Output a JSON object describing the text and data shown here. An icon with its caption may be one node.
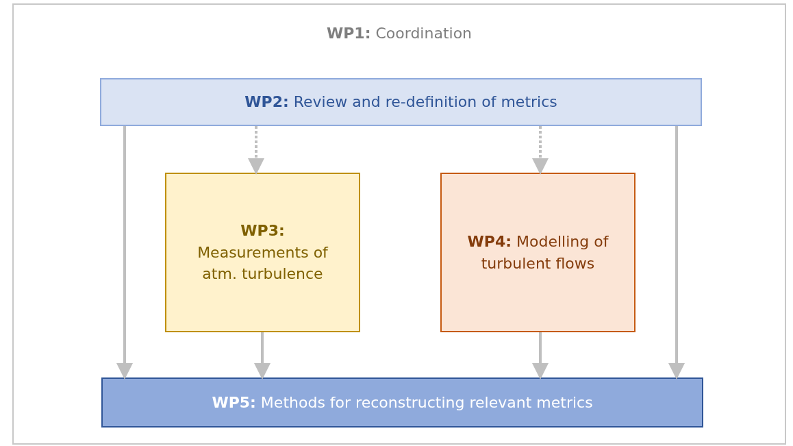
{
  "diagram": {
    "nodes": [
      {
        "text": [
          "**WP1:** Coordination"
        ]
      },
      {
        "text": [
          "**WP2:** Review and re-definition of metrics"
        ],
        "in": 0
      },
      {
        "text": [
          "WP3:",
          "Measurements of atm. turbulence"
        ],
        "in": 0
      },
      {
        "text": [
          "**WP4:** Modelling of turbulent flows"
        ],
        "in": 0
      },
      {
        "text": [
          "**WP5:** Methods for reconstructing relevant metrics"
        ],
        "in": 0
      }
    ],
    "edges": [
      {
        "from": 1,
        "to": 4,
        "arrow": "to"
      },
      {
        "from": 1,
        "to": 2,
        "arrow": "to",
        "style": "dashed"
      },
      {
        "from": 1,
        "to": 3,
        "arrow": "to",
        "style": "dashed"
      },
      {
        "from": 1,
        "to": 4,
        "arrow": "to"
      },
      {
        "from": 2,
        "to": 4,
        "arrow": "to"
      },
      {
        "from": 3,
        "to": 4,
        "arrow": "to"
      }
    ]
  }
}
